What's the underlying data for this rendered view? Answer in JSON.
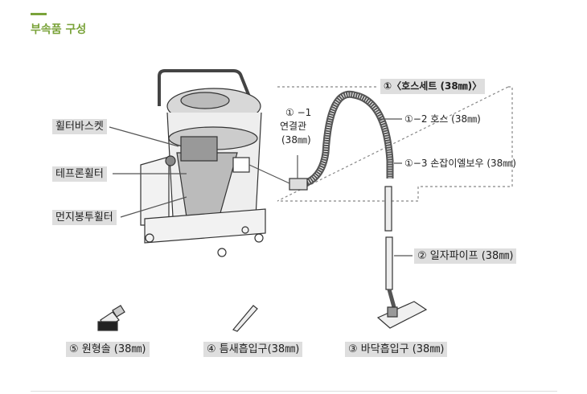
{
  "header": {
    "title": "부속품 구성"
  },
  "callouts": {
    "filter_basket": "휠터바스켓",
    "teflon_filter": "테프론휠터",
    "dust_bag_filter": "먼지봉투휠터",
    "hose_set": "①〈호스세트 (38㎜)〉",
    "connector_num": "① −1",
    "connector_name": "연결관",
    "connector_size": "(38㎜)",
    "hose": "①−2 호스 (38㎜)",
    "elbow": "①−3 손잡이엘보우 (38㎜)",
    "pipe": "② 일자파이프 (38㎜)",
    "round_brush": "⑤ 원형솔 (38㎜)",
    "crevice": "④ 틈새흡입구(38㎜)",
    "floor": "③ 바닥흡입구 (38㎜)"
  }
}
